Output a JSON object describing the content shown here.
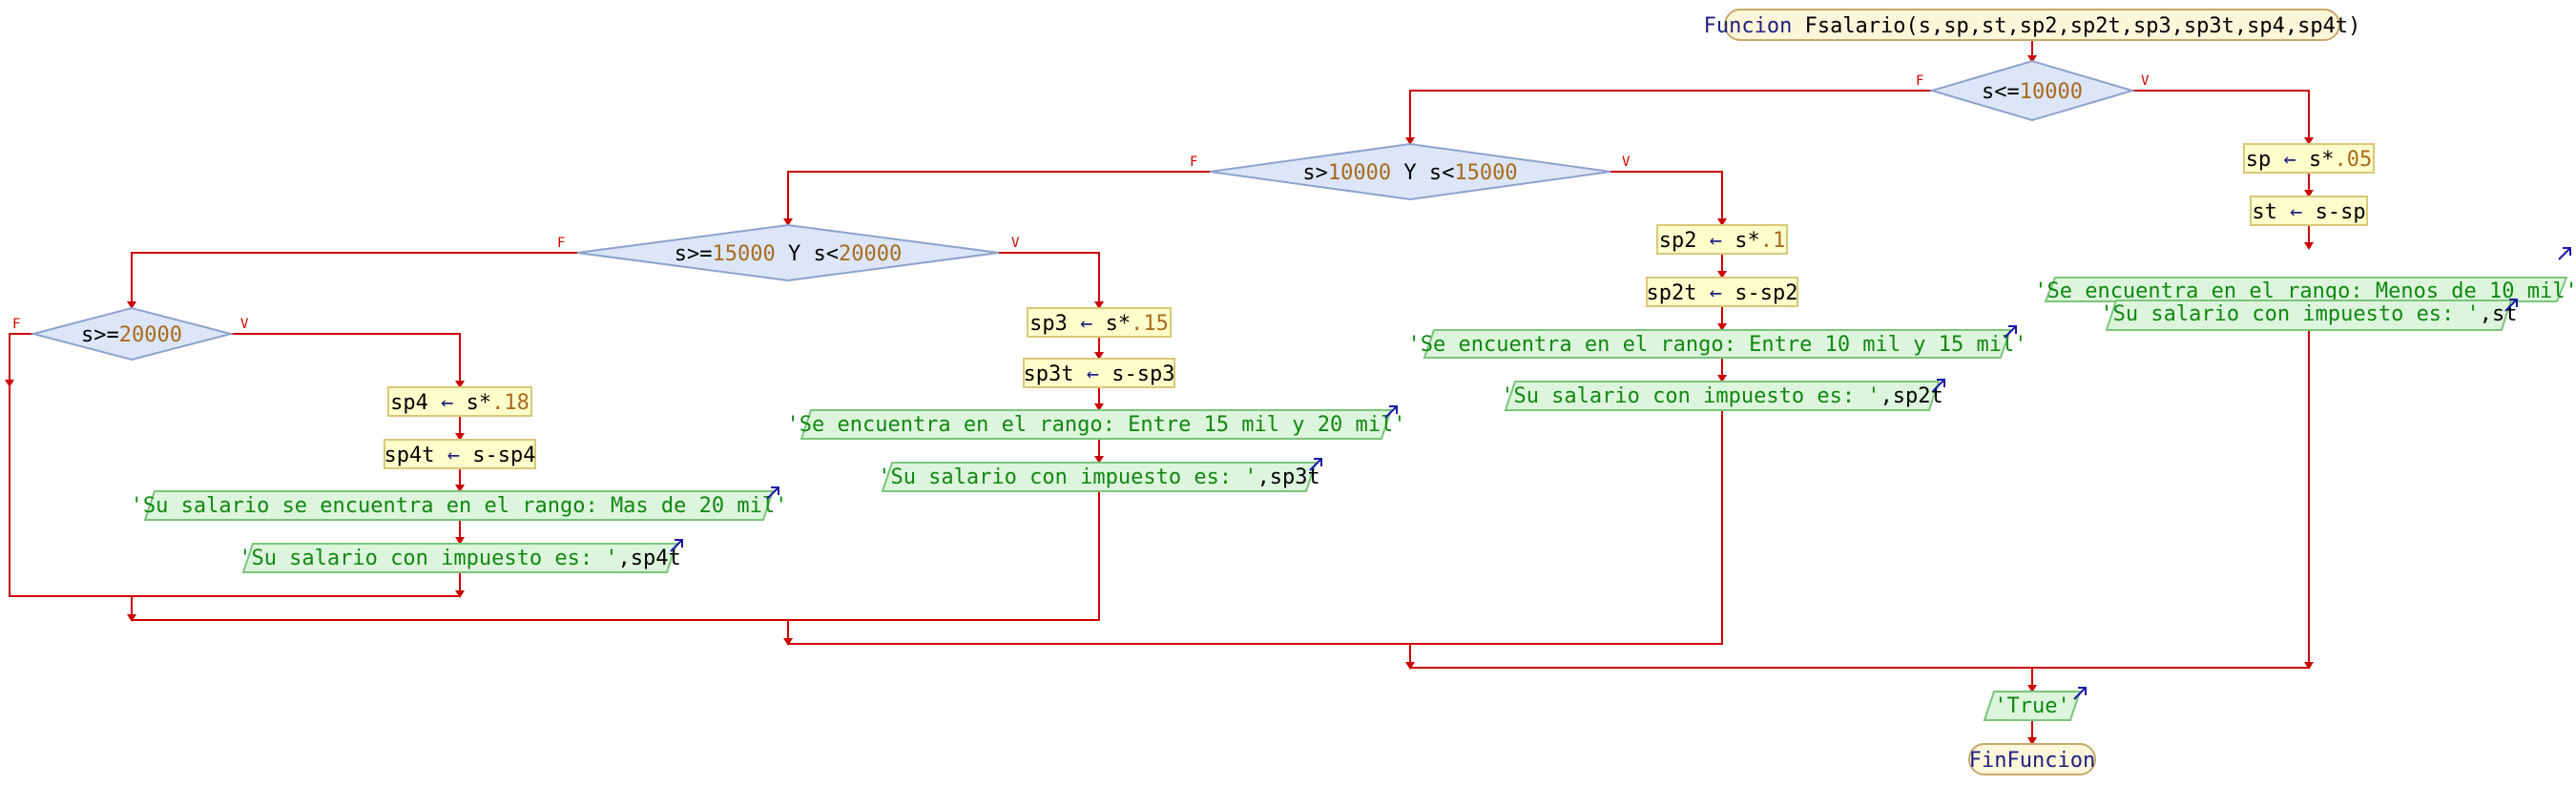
{
  "header": {
    "keyword": "Funcion",
    "signature": "Fsalario(s,sp,st,sp2,sp2t,sp3,sp3t,sp4,sp4t)"
  },
  "footer": {
    "label": "FinFuncion"
  },
  "branch_labels": {
    "false": "F",
    "true": "V"
  },
  "decisions": {
    "d1": {
      "var": "s<=",
      "num": "10000"
    },
    "d2": {
      "a": "s>",
      "n1": "10000",
      "b": " Y s<",
      "n2": "15000"
    },
    "d3": {
      "a": "s>=",
      "n1": "15000",
      "b": " Y s<",
      "n2": "20000"
    },
    "d4": {
      "var": "s>=",
      "num": "20000"
    }
  },
  "assign": {
    "sp": {
      "lhs": "sp",
      "arrow": "←",
      "rhs": "s*",
      "num": ".05"
    },
    "st": {
      "lhs": "st",
      "arrow": "←",
      "rhs": "s-sp"
    },
    "sp2": {
      "lhs": "sp2",
      "arrow": "←",
      "rhs": "s*",
      "num": ".1"
    },
    "sp2t": {
      "lhs": "sp2t",
      "arrow": "←",
      "rhs": "s-sp2"
    },
    "sp3": {
      "lhs": "sp3",
      "arrow": "←",
      "rhs": "s*",
      "num": ".15"
    },
    "sp3t": {
      "lhs": "sp3t",
      "arrow": "←",
      "rhs": "s-sp3"
    },
    "sp4": {
      "lhs": "sp4",
      "arrow": "←",
      "rhs": "s*",
      "num": ".18"
    },
    "sp4t": {
      "lhs": "sp4t",
      "arrow": "←",
      "rhs": "s-sp4"
    }
  },
  "outputs": {
    "r1": "'Se encuentra en el rango: Menos de 10 mil'",
    "r2": "'Se encuentra en el rango: Entre 10 mil y 15 mil'",
    "r3": "'Se encuentra en el rango: Entre 15 mil y 20 mil'",
    "r4": "'Su salario se encuentra en el rango: Mas de 20 mil'",
    "tax_prefix": "'Su salario con impuesto es: '",
    "tax1_var": ",st",
    "tax2_var": ",sp2t",
    "tax3_var": ",sp3t",
    "tax4_var": ",sp4t",
    "ret": "'True'"
  }
}
